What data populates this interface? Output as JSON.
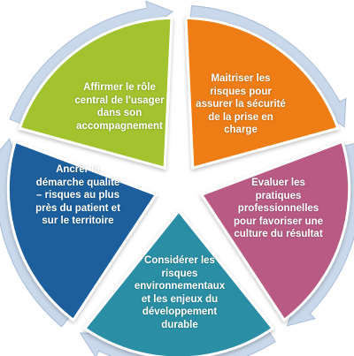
{
  "diagram": {
    "colors": {
      "ring": "#c9d8ea",
      "ring_edge": "#a9bdd6"
    },
    "segments": [
      {
        "id": "affirmer",
        "text": "Affirmer le rôle\ncentral de l'usager\ndans son\naccompagnement",
        "color": "#a2c22f"
      },
      {
        "id": "maitriser",
        "text": "Maitriser les\nrisques pour\nassurer la sécurité\nde la prise en\ncharge",
        "color": "#ee7d15"
      },
      {
        "id": "evaluer",
        "text": "Evaluer les\npratiques\nprofessionnelles\npour favoriser une\nculture du résultat",
        "color": "#b85a84"
      },
      {
        "id": "considerer",
        "text": "Considérer les\nrisques\nenvironnementaux\net les enjeux du\ndéveloppement\ndurable",
        "color": "#2a8ea4"
      },
      {
        "id": "ancrer",
        "text": "Ancrer la\ndémarche qualité\n– risques au plus\nprès du patient et\nsur le territoire",
        "color": "#1e5e9c"
      }
    ]
  }
}
